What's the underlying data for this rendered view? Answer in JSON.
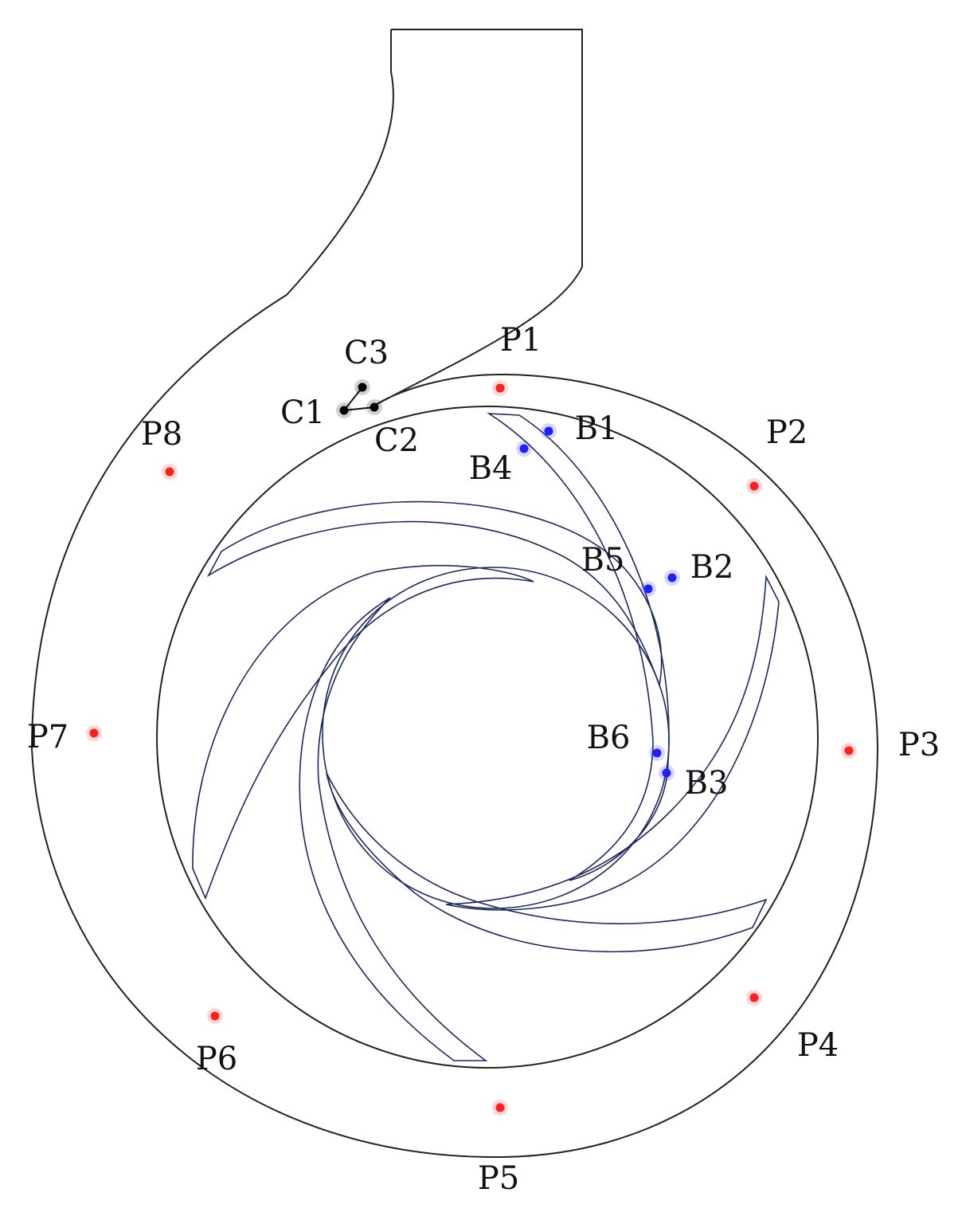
{
  "colors": {
    "volute_outline": "#222222",
    "impeller_blade": "#1b2a5e",
    "pressure_point": "#ff2020",
    "blade_point": "#2020ff",
    "cutwater_point": "#000000"
  },
  "pressure_points": [
    {
      "id": "p1",
      "label": "P1"
    },
    {
      "id": "p2",
      "label": "P2"
    },
    {
      "id": "p3",
      "label": "P3"
    },
    {
      "id": "p4",
      "label": "P4"
    },
    {
      "id": "p5",
      "label": "P5"
    },
    {
      "id": "p6",
      "label": "P6"
    },
    {
      "id": "p7",
      "label": "P7"
    },
    {
      "id": "p8",
      "label": "P8"
    }
  ],
  "blade_points": [
    {
      "id": "b1",
      "label": "B1"
    },
    {
      "id": "b2",
      "label": "B2"
    },
    {
      "id": "b3",
      "label": "B3"
    },
    {
      "id": "b4",
      "label": "B4"
    },
    {
      "id": "b5",
      "label": "B5"
    },
    {
      "id": "b6",
      "label": "B6"
    }
  ],
  "cutwater_points": [
    {
      "id": "c1",
      "label": "C1"
    },
    {
      "id": "c2",
      "label": "C2"
    },
    {
      "id": "c3",
      "label": "C3"
    }
  ]
}
